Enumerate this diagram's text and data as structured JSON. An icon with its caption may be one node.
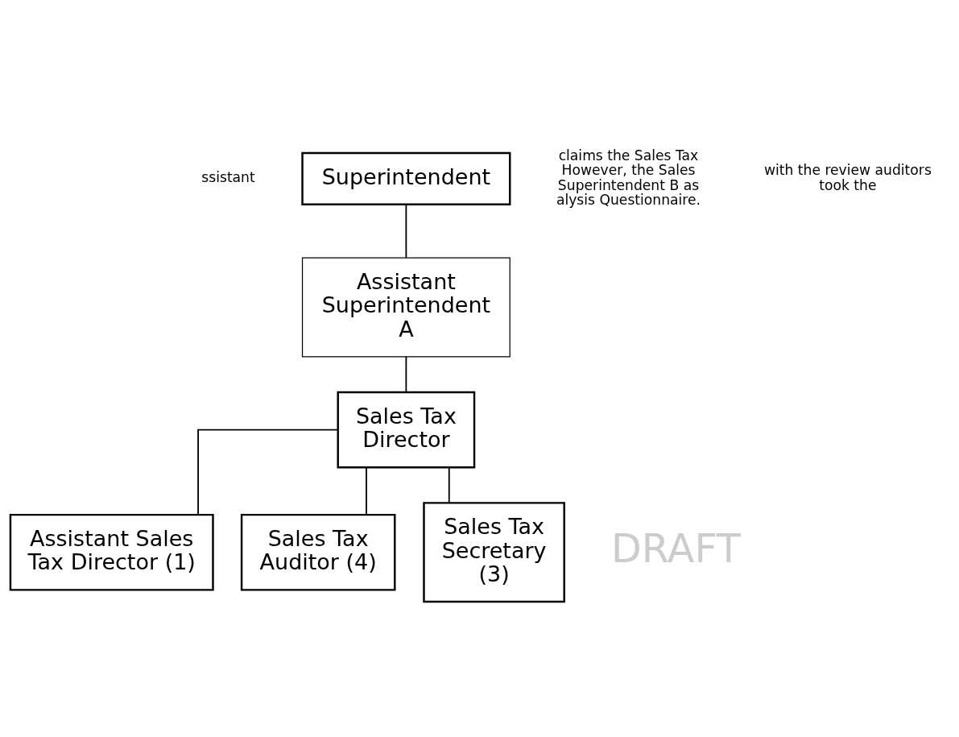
{
  "diagram": {
    "nodes": [
      {
        "text": [
          "Superintendent"
        ]
      },
      {
        "text": [
          "Assistant Superintendent A"
        ]
      },
      {
        "text": [
          "Sales Tax Director"
        ]
      },
      {
        "text": [
          "Assistant Sales Tax Director (1)"
        ]
      },
      {
        "text": [
          "Sales Tax Auditor (4)"
        ]
      },
      {
        "text": [
          "Sales Tax Secretary (3)"
        ]
      }
    ],
    "edges": [
      {
        "from": 0,
        "to": 1,
        "arrow": "none"
      },
      {
        "from": 1,
        "to": 2,
        "arrow": "none"
      },
      {
        "from": 2,
        "to": 3,
        "arrow": "none"
      },
      {
        "from": 2,
        "to": 4,
        "arrow": "none"
      },
      {
        "from": 2,
        "to": 5,
        "arrow": "none"
      }
    ],
    "labels": [
      "ssistant",
      "claims the Sales Tax However, the Sales Superintendent B as alysis Questionnaire.",
      "with the review auditors took the",
      "DRAFT"
    ]
  }
}
